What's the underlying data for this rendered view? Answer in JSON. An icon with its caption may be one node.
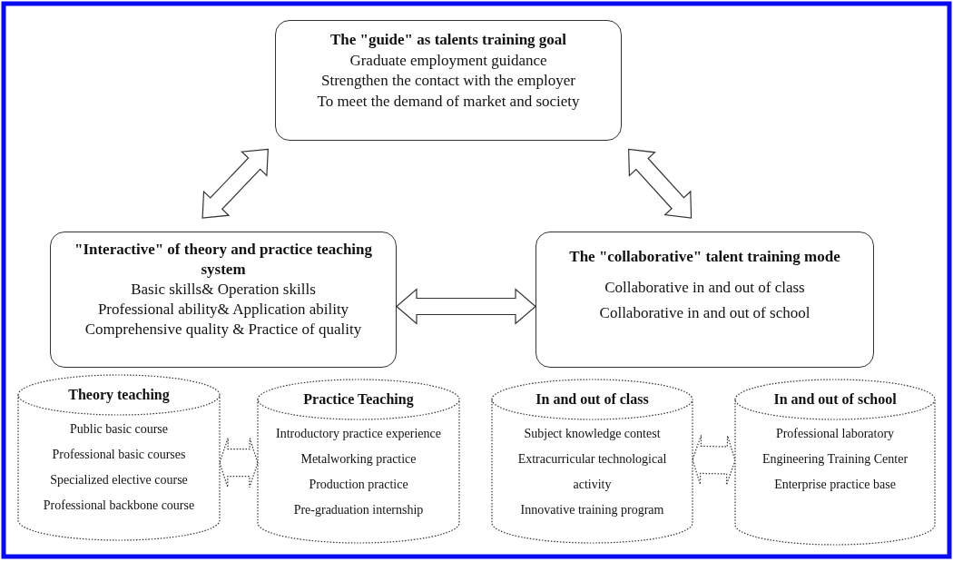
{
  "diagram": {
    "nodes": [
      {
        "text": [
          "The \"guide\" as talents training goal",
          "Graduate employment guidance",
          "Strengthen the contact with the employer",
          "To meet the demand of market and society"
        ]
      },
      {
        "text": [
          "\"Interactive\" of theory and practice teaching system",
          "Basic skills& Operation skills",
          "Professional ability& Application ability",
          "Comprehensive quality & Practice of quality"
        ]
      },
      {
        "text": [
          "The \"collaborative\" talent training mode",
          "Collaborative in and out of class",
          "Collaborative in and out of school"
        ]
      },
      {
        "text": [
          "Theory teaching",
          "Public basic course",
          "Professional basic courses",
          "Specialized elective course",
          "Professional backbone course"
        ]
      },
      {
        "text": [
          "Practice Teaching",
          "Introductory practice experience",
          "Metalworking practice",
          "Production practice",
          "Pre-graduation internship"
        ]
      },
      {
        "text": [
          "In and out of class",
          "Subject knowledge contest",
          "Extracurricular technological activity",
          "Innovative training program"
        ]
      },
      {
        "text": [
          "In and out of school",
          "Professional laboratory",
          "Engineering Training Center",
          "Enterprise practice base"
        ]
      }
    ],
    "edges": [
      {
        "from": 0,
        "to": 1,
        "arrow": "both"
      },
      {
        "from": 0,
        "to": 2,
        "arrow": "both"
      },
      {
        "from": 1,
        "to": 2,
        "arrow": "both"
      },
      {
        "from": 3,
        "to": 4,
        "arrow": "both",
        "style": "dashed"
      },
      {
        "from": 5,
        "to": 6,
        "arrow": "both",
        "style": "dashed"
      }
    ]
  }
}
